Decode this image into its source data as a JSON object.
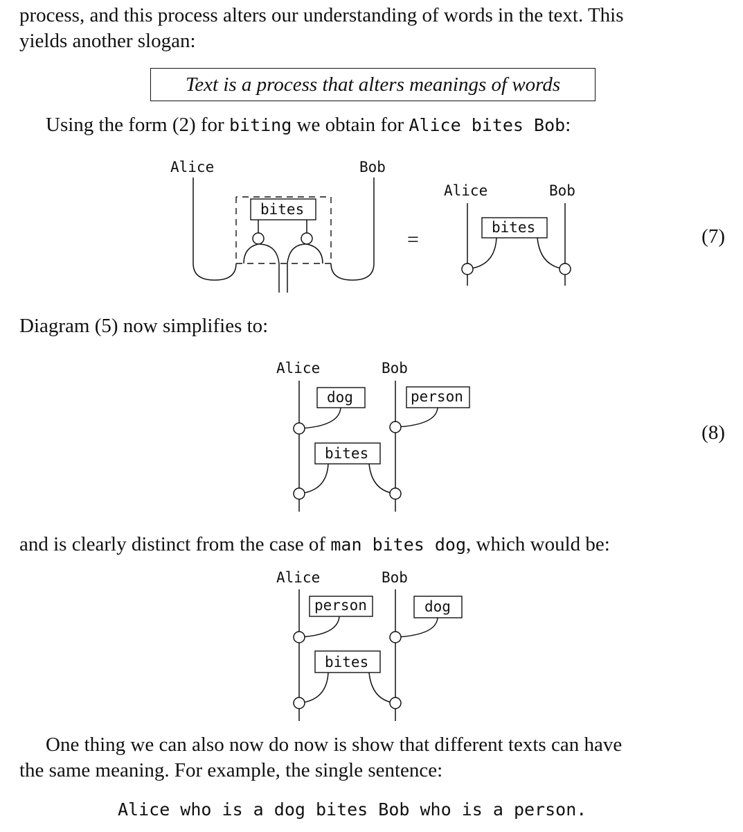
{
  "para1": {
    "line1": "process, and this process alters our understanding of words in the text. This",
    "line2": "yields another slogan:"
  },
  "slogan": "Text is a process that alters meanings of words",
  "para2": {
    "pre": "Using the form (2) for ",
    "code1": "biting",
    "mid": " we obtain for ",
    "code2": "Alice bites Bob",
    "post": ":"
  },
  "diagram7": {
    "left_labels": [
      "Alice",
      "Bob"
    ],
    "left_box": "bites",
    "equals": "=",
    "right_labels": [
      "Alice",
      "Bob"
    ],
    "right_box": "bites",
    "number": "(7)"
  },
  "para3": "Diagram (5) now simplifies to:",
  "diagram8": {
    "labels": [
      "Alice",
      "Bob"
    ],
    "boxes": [
      "dog",
      "person",
      "bites"
    ],
    "number": "(8)"
  },
  "para4": {
    "pre": "and is clearly distinct from the case of ",
    "code": "man bites dog",
    "post": ", which would be:"
  },
  "diagram9": {
    "labels": [
      "Alice",
      "Bob"
    ],
    "boxes": [
      "person",
      "dog",
      "bites"
    ]
  },
  "para5": {
    "line1": "One thing we can also now do now is show that different texts can have",
    "line2": "the same meaning. For example, the single sentence:"
  },
  "example_sentence": "Alice who is a dog bites Bob who is a person."
}
